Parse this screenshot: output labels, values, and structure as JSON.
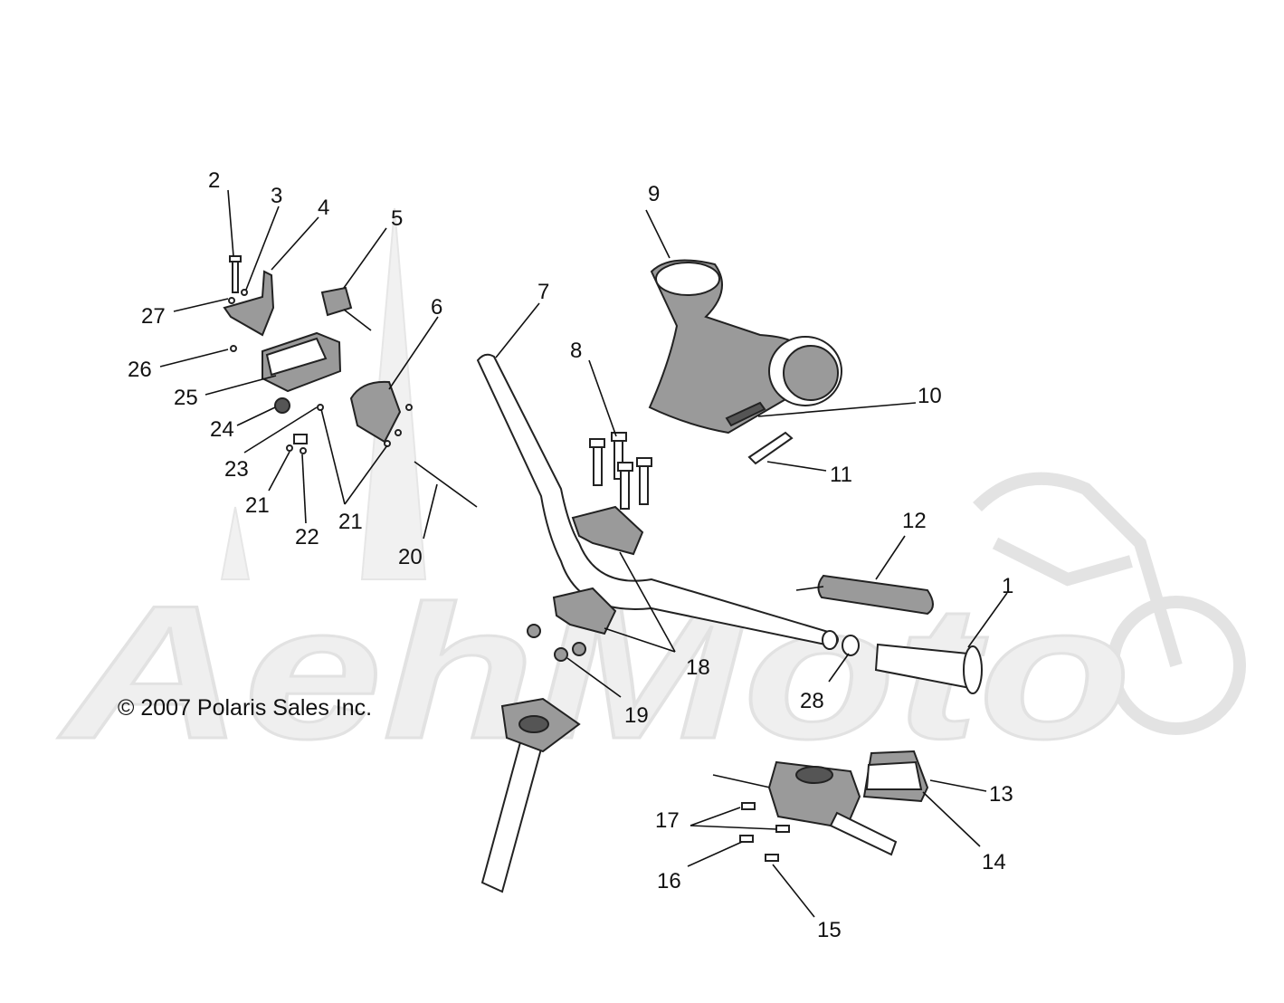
{
  "copyright": "© 2007 Polaris Sales Inc.",
  "watermark": {
    "logo_text": "AehMoto"
  },
  "callouts": {
    "n1": "1",
    "n2": "2",
    "n3": "3",
    "n4": "4",
    "n5": "5",
    "n6": "6",
    "n7": "7",
    "n8": "8",
    "n9": "9",
    "n10": "10",
    "n11": "11",
    "n12": "12",
    "n13": "13",
    "n14": "14",
    "n15": "15",
    "n16": "16",
    "n17": "17",
    "n18": "18",
    "n19": "19",
    "n20": "20",
    "n21a": "21",
    "n21b": "21",
    "n22": "22",
    "n23": "23",
    "n24": "24",
    "n25": "25",
    "n26": "26",
    "n27": "27",
    "n28": "28"
  }
}
